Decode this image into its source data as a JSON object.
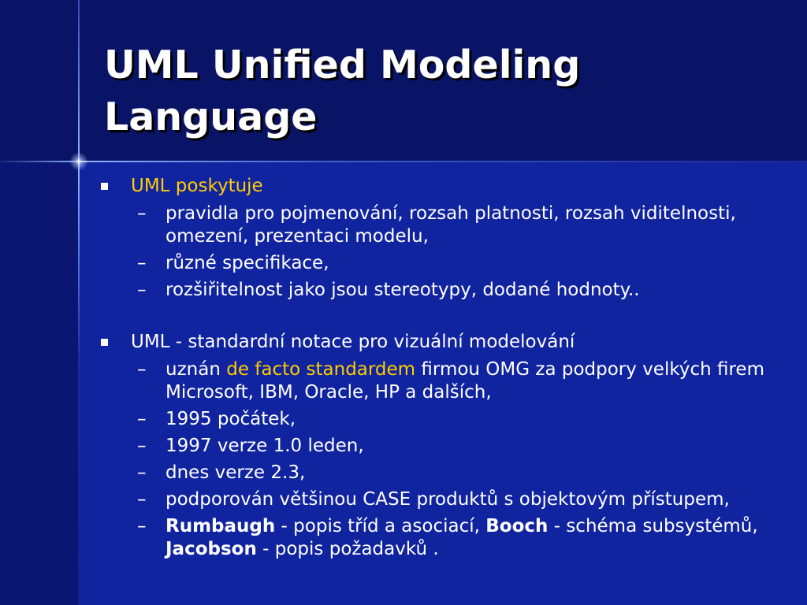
{
  "title_line1": "UML Unified Modeling",
  "title_line2": "Language",
  "section1": {
    "heading": "UML poskytuje",
    "items": [
      "pravidla pro pojmenování, rozsah platnosti, rozsah viditelnosti, omezení, prezentaci modelu,",
      "různé specifikace,",
      "rozšiřitelnost jako jsou stereotypy, dodané hodnoty.."
    ]
  },
  "section2": {
    "heading": "UML - standardní notace pro vizuální modelování",
    "item1": {
      "pre": "uznán ",
      "highlight": "de facto standardem",
      "post": " firmou OMG za podpory velkých firem Microsoft, IBM, Oracle, HP a dalších,"
    },
    "items": [
      "1995 počátek,",
      "1997 verze 1.0 leden,",
      "dnes verze 2.3,",
      "podporován většinou CASE produktů s objektovým přístupem,"
    ],
    "last": {
      "n1": "Rumbaugh",
      "t1": " - popis tříd a asociací, ",
      "n2": "Booch",
      "t2": " - schéma subsystémů, ",
      "n3": "Jacobson",
      "t3": " - popis požadavků ."
    }
  },
  "bullet_char": "–",
  "colors": {
    "background": "#1124a0",
    "title_band": "#0a1466",
    "highlight": "#ffcc00",
    "text": "#ffffff"
  }
}
